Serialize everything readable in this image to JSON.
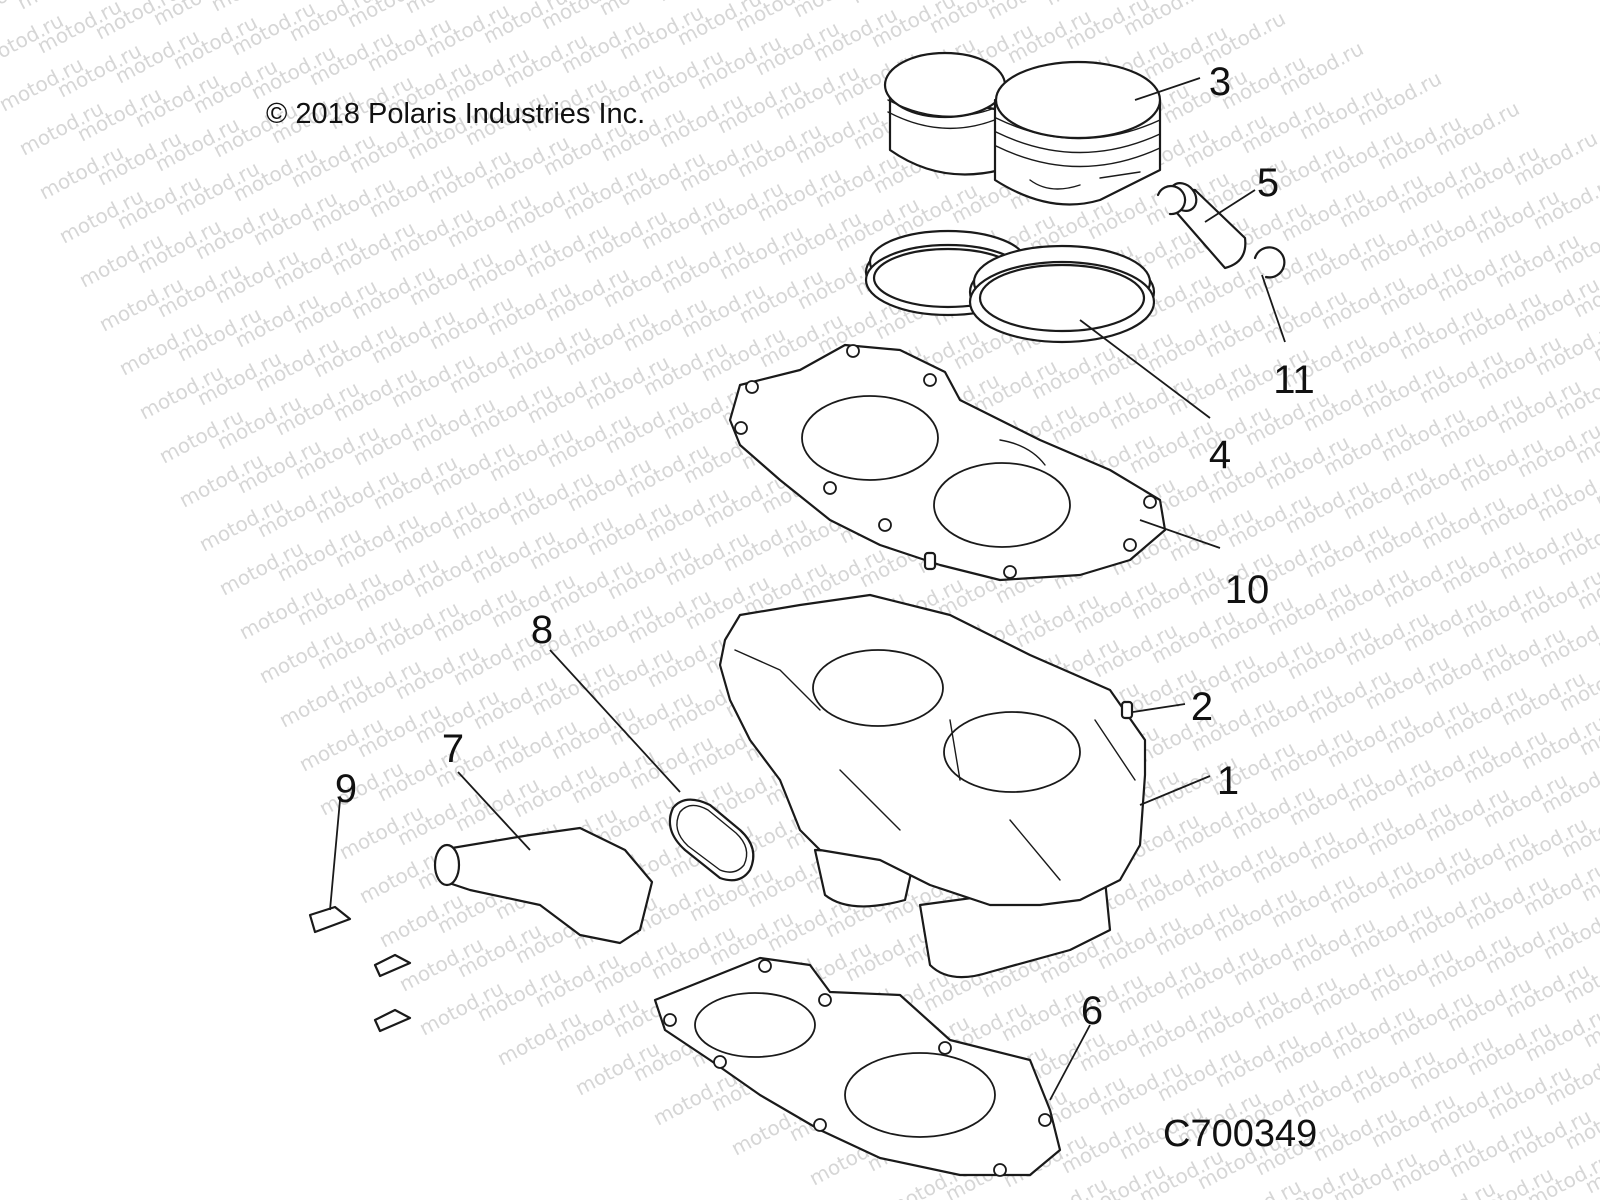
{
  "copyright": "© 2018 Polaris Industries Inc.",
  "reference_code": "C700349",
  "watermark_text": "motod.ru",
  "callouts": [
    "1",
    "2",
    "3",
    "4",
    "5",
    "6",
    "7",
    "8",
    "9",
    "10",
    "11"
  ]
}
